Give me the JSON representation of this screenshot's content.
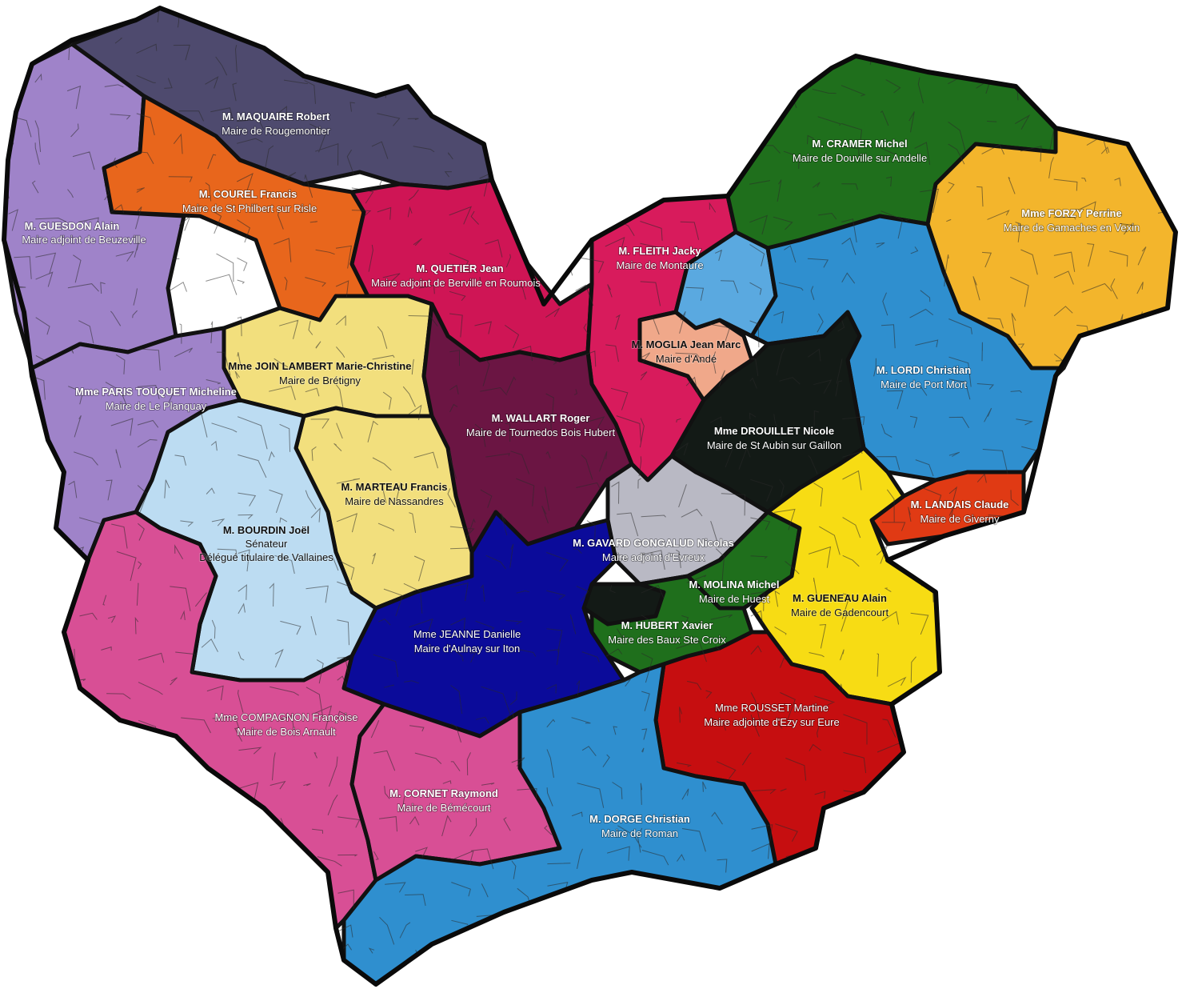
{
  "colors": {
    "purple": "#9f83c9",
    "slate": "#4e4a6e",
    "orange": "#e8661c",
    "crimson": "#cf1555",
    "pink_red": "#d81b5c",
    "light_blue": "#5aa9e0",
    "salmon": "#f0a88a",
    "green": "#1f6f1c",
    "gold": "#f3b52c",
    "blue": "#2f8fcf",
    "black": "#131a16",
    "pale_yellow": "#f2df7d",
    "maroon": "#6b1543",
    "pale_blue": "#bcdcf2",
    "silver": "#b9b9c4",
    "navy": "#0b0b9a",
    "pink": "#d84f95",
    "yellow": "#f7dc14",
    "red": "#c60e10",
    "red_orange": "#e03a14"
  },
  "regions": [
    {
      "id": "maquaire",
      "color": "slate",
      "name": "M. MAQUAIRE Robert",
      "title": "Maire de Rougemontier"
    },
    {
      "id": "guesdon",
      "color": "purple",
      "name": "M. GUESDON Alain",
      "title": "Maire adjoint de Beuzeville"
    },
    {
      "id": "courel",
      "color": "orange",
      "name": "M. COUREL Francis",
      "title": "Maire de St Philbert sur Risle"
    },
    {
      "id": "quetier",
      "color": "crimson",
      "name": "M. QUETIER Jean",
      "title": "Maire adjoint de Berville en Roumois"
    },
    {
      "id": "fleith",
      "color": "pink_red",
      "name": "M. FLEITH Jacky",
      "title": "Maire de Montaure"
    },
    {
      "id": "moglia",
      "color": "salmon",
      "name": "M. MOGLIA Jean Marc",
      "title": "Maire d'Andé"
    },
    {
      "id": "cramer",
      "color": "green",
      "name": "M. CRAMER Michel",
      "title": "Maire de Douville sur Andelle"
    },
    {
      "id": "forzy",
      "color": "gold",
      "name": "Mme FORZY Perrine",
      "title": "Maire de Gamaches en Vexin"
    },
    {
      "id": "lordi",
      "color": "blue",
      "name": "M. LORDI Christian",
      "title": "Maire de Port Mort"
    },
    {
      "id": "drouillet",
      "color": "black",
      "name": "Mme DROUILLET Nicole",
      "title": "Maire de St Aubin sur Gaillon"
    },
    {
      "id": "joinlambert",
      "color": "pale_yellow",
      "name": "Mme JOIN LAMBERT Marie-Christine",
      "title": "Maire de Brétigny"
    },
    {
      "id": "paristouquet",
      "color": "purple",
      "name": "Mme PARIS TOUQUET Micheline",
      "title": "Maire de Le Planquay"
    },
    {
      "id": "wallart",
      "color": "maroon",
      "name": "M. WALLART Roger",
      "title": "Maire de Tournedos Bois Hubert"
    },
    {
      "id": "marteau",
      "color": "pale_yellow",
      "name": "M. MARTEAU Francis",
      "title": "Maire de Nassandres"
    },
    {
      "id": "bourdin",
      "color": "pale_blue",
      "name": "M. BOURDIN Joël",
      "title": "Sénateur",
      "extra": "Délégué titulaire de Vallaines"
    },
    {
      "id": "gavard",
      "color": "silver",
      "name": "M. GAVARD GONGALUD Nicolas",
      "title": "Maire adjoint d'Evreux"
    },
    {
      "id": "landais",
      "color": "red_orange",
      "name": "M. LANDAIS Claude",
      "title": "Maire de Giverny"
    },
    {
      "id": "molina",
      "color": "green",
      "name": "M. MOLINA Michel",
      "title": "Maire de Huest"
    },
    {
      "id": "gueneau",
      "color": "yellow",
      "name": "M. GUENEAU Alain",
      "title": "Maire de Gadencourt"
    },
    {
      "id": "hubert",
      "color": "green",
      "name": "M. HUBERT Xavier",
      "title": "Maire des Baux Ste Croix"
    },
    {
      "id": "jeanne",
      "color": "navy",
      "name": "Mme JEANNE Danielle",
      "title": "Maire d'Aulnay sur Iton"
    },
    {
      "id": "rousset",
      "color": "red",
      "name": "Mme ROUSSET Martine",
      "title": "Maire adjointe d'Ezy sur Eure"
    },
    {
      "id": "compagnon",
      "color": "pink",
      "name": "Mme COMPAGNON Françoise",
      "title": "Maire de Bois Arnault"
    },
    {
      "id": "cornet",
      "color": "pink",
      "name": "M. CORNET Raymond",
      "title": "Maire de Bémécourt"
    },
    {
      "id": "dorge",
      "color": "blue",
      "name": "M. DORGE Christian",
      "title": "Maire de Roman"
    }
  ]
}
